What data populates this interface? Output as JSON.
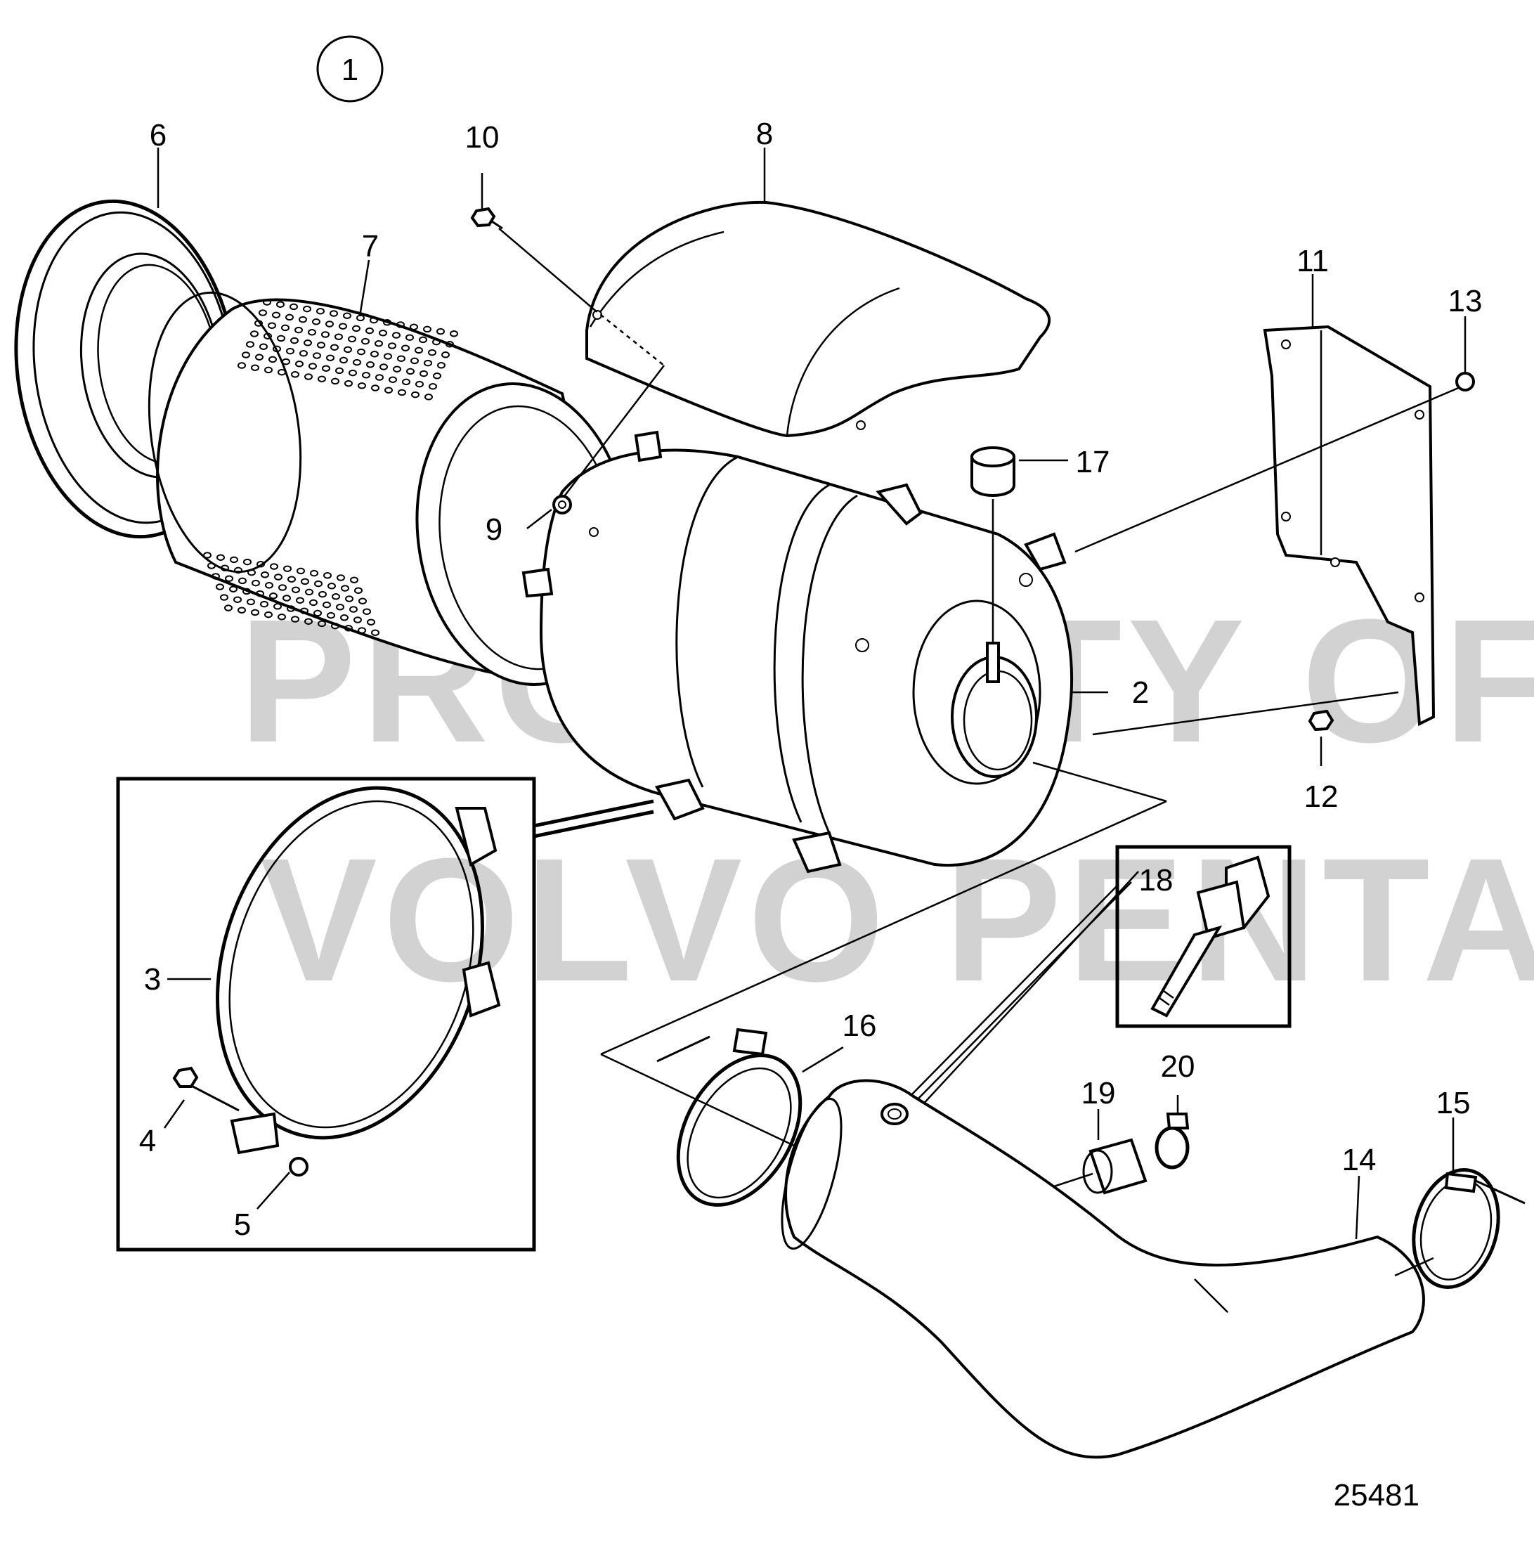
{
  "diagram": {
    "group_callout": "1",
    "drawing_number": "25481",
    "watermark": {
      "line1": "PROPERTY OF",
      "line2": "VOLVO PENTA"
    },
    "labels": [
      {
        "id": "2",
        "text": "2"
      },
      {
        "id": "3",
        "text": "3"
      },
      {
        "id": "4",
        "text": "4"
      },
      {
        "id": "5",
        "text": "5"
      },
      {
        "id": "6",
        "text": "6"
      },
      {
        "id": "7",
        "text": "7"
      },
      {
        "id": "8",
        "text": "8"
      },
      {
        "id": "9",
        "text": "9"
      },
      {
        "id": "10",
        "text": "10"
      },
      {
        "id": "11",
        "text": "11"
      },
      {
        "id": "12",
        "text": "12"
      },
      {
        "id": "13",
        "text": "13"
      },
      {
        "id": "14",
        "text": "14"
      },
      {
        "id": "15",
        "text": "15"
      },
      {
        "id": "16",
        "text": "16"
      },
      {
        "id": "17",
        "text": "17"
      },
      {
        "id": "18",
        "text": "18"
      },
      {
        "id": "19",
        "text": "19"
      },
      {
        "id": "20",
        "text": "20"
      }
    ]
  }
}
